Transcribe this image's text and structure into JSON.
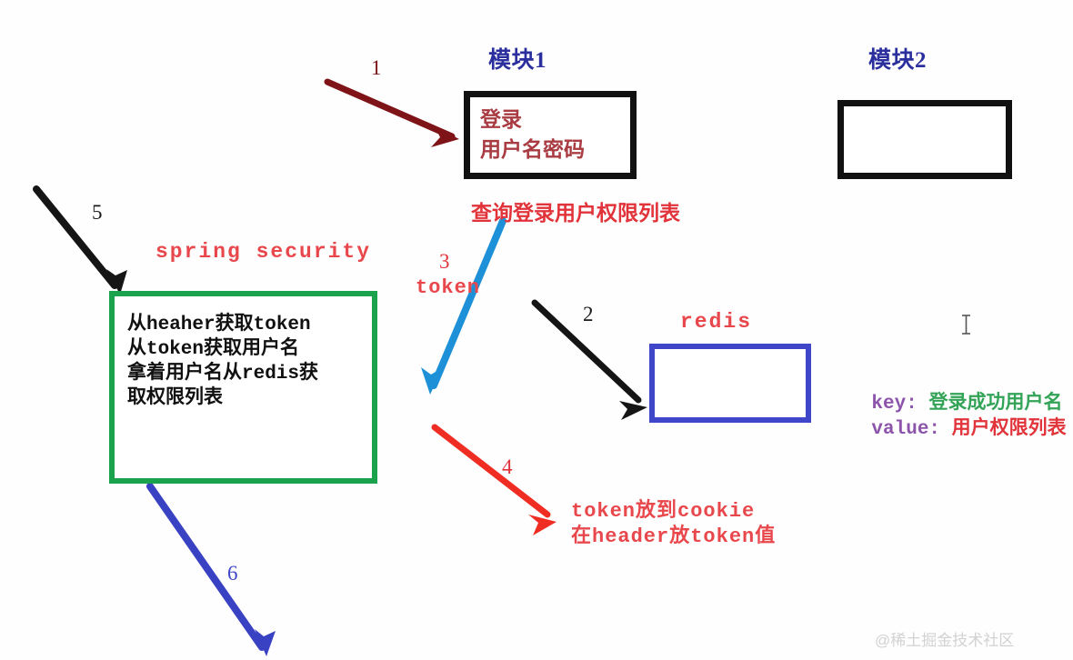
{
  "diagram": {
    "background_color": "#fefefe",
    "watermark": "@稀土掘金技术社区",
    "modules": [
      {
        "title": "模块1",
        "box_border_color": "#111111"
      },
      {
        "title": "模块2",
        "box_border_color": "#111111"
      }
    ],
    "login_box": {
      "line1": "登录",
      "line2": "用户名密码",
      "text_color": "#a93b42"
    },
    "module2_box": {
      "content": ""
    },
    "redis": {
      "label": "redis",
      "label_color": "#e8474c",
      "box_border_color": "#3f46c9",
      "key_label": "key:",
      "key_value": "登录成功用户名",
      "value_label": "value:",
      "value_value": "用户权限列表",
      "key_label_color": "#8c55ab",
      "key_value_color": "#33a457",
      "value_value_color": "#e1333a"
    },
    "security_box": {
      "title": "spring security",
      "title_color": "#e8474c",
      "border_color": "#1ba24c",
      "lines": [
        "从heaher获取token",
        "从token获取用户名",
        "拿着用户名从redis获",
        "取权限列表"
      ]
    },
    "annotations": [
      {
        "text": "查询登录用户权限列表",
        "color": "#e1333a"
      },
      {
        "text": "token放到cookie",
        "color": "#e1333a"
      },
      {
        "text": "在header放token值",
        "color": "#e1333a"
      }
    ],
    "arrows": [
      {
        "id": "1",
        "label": "1",
        "color": "#7e1418",
        "from": "left",
        "to": "login-box",
        "label_color": "#7e1418"
      },
      {
        "id": "2",
        "label": "2",
        "color": "#151515",
        "from": "upper-left",
        "to": "redis-box",
        "label_color": "#1a1a1a"
      },
      {
        "id": "3",
        "label": "3",
        "sub_label": "token",
        "color": "#1e90d8",
        "from": "module1",
        "to": "down-left",
        "label_color": "#e1333a"
      },
      {
        "id": "4",
        "label": "4",
        "color": "#ef2d23",
        "from": "upper-left",
        "to": "cookie-note",
        "label_color": "#e1333a"
      },
      {
        "id": "5",
        "label": "5",
        "color": "#151515",
        "from": "upper-left",
        "to": "security-box",
        "label_color": "#1a1a1a"
      },
      {
        "id": "6",
        "label": "6",
        "color": "#3a42c4",
        "from": "security-box",
        "to": "bottom",
        "label_color": "#3f46c9"
      }
    ]
  }
}
